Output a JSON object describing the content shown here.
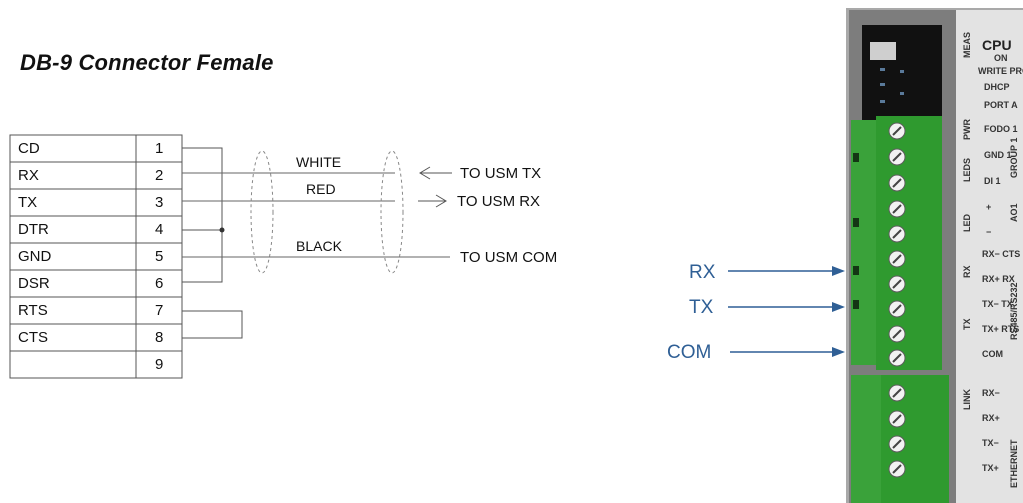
{
  "title": "DB-9 Connector Female",
  "pins": [
    {
      "name": "CD",
      "num": "1"
    },
    {
      "name": "RX",
      "num": "2"
    },
    {
      "name": "TX",
      "num": "3"
    },
    {
      "name": "DTR",
      "num": "4"
    },
    {
      "name": "GND",
      "num": "5"
    },
    {
      "name": "DSR",
      "num": "6"
    },
    {
      "name": "RTS",
      "num": "7"
    },
    {
      "name": "CTS",
      "num": "8"
    },
    {
      "name": "",
      "num": "9"
    }
  ],
  "wires": {
    "white": "WHITE",
    "red": "RED",
    "black": "BLACK"
  },
  "destinations": {
    "tx": "TO USM TX",
    "rx": "TO USM RX",
    "com": "TO USM COM"
  },
  "module_arrows": {
    "rx": "RX",
    "tx": "TX",
    "com": "COM"
  },
  "module_labels": {
    "cpu": "CPU",
    "on": "ON",
    "write_prot": "WRITE PROT.",
    "dhcp": "DHCP",
    "port_a": "PORT A",
    "fodo": "FODO 1",
    "gnd1": "GND 1",
    "di1": "DI 1",
    "plus": "+",
    "minus": "−",
    "rx_cts": "RX− CTS",
    "rx_rx": "RX+ RX",
    "tx_tx": "TX− TX",
    "tx_rts": "TX+ RTS",
    "com": "COM",
    "e_rx_minus": "RX−",
    "e_rx_plus": "RX+",
    "e_tx_minus": "TX−",
    "e_tx_plus": "TX+",
    "side_meas": "MEAS",
    "side_pwr": "PWR",
    "side_leds": "LEDS",
    "side_led": "LED",
    "side_rx": "RX",
    "side_tx": "TX",
    "side_link": "LINK",
    "group1": "GROUP 1",
    "ao1": "AO1",
    "rs": "RS485/RS232",
    "ethernet": "ETHERNET"
  },
  "colors": {
    "terminal_green": "#2f9a2f",
    "arrow_blue": "#2f5f95",
    "module_gray": "#d9d9d9"
  }
}
